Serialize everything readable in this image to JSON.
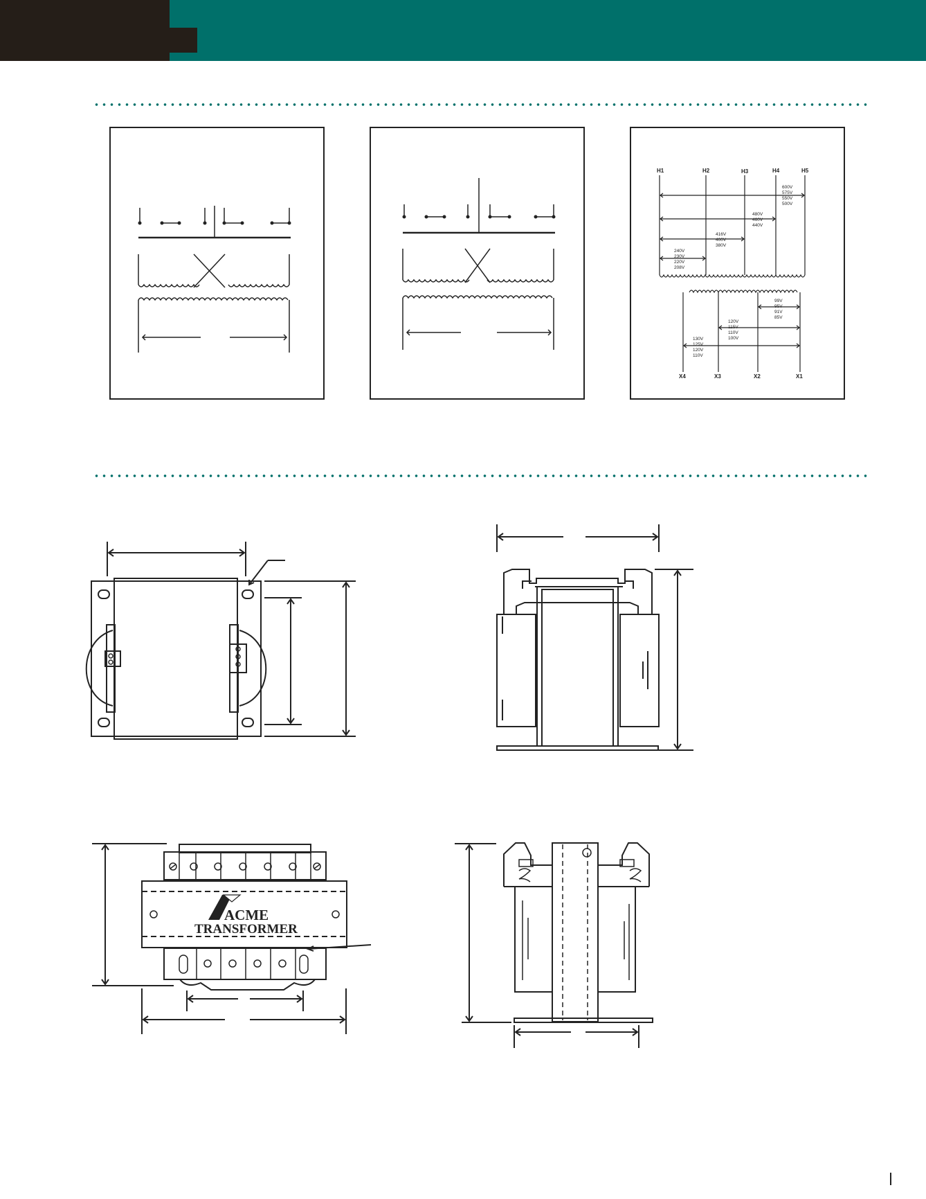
{
  "diagram3": {
    "h_terminals": [
      "H1",
      "H2",
      "H3",
      "H4",
      "H5"
    ],
    "x_terminals": [
      "X4",
      "X3",
      "X2",
      "X1"
    ],
    "h_groups": [
      [
        "600V",
        "575V",
        "550V",
        "500V"
      ],
      [
        "480V",
        "460V",
        "440V"
      ],
      [
        "416V",
        "400V",
        "380V"
      ],
      [
        "240V",
        "230V",
        "220V",
        "208V"
      ]
    ],
    "x_groups": [
      [
        "99V",
        "95V",
        "91V",
        "85V"
      ],
      [
        "120V",
        "115V",
        "110V",
        "100V"
      ],
      [
        "130V",
        "125V",
        "120V",
        "110V"
      ]
    ]
  },
  "logo": {
    "line1": "ACME",
    "line2": "TRANSFORMER"
  },
  "colors": {
    "header_teal": "#00706a",
    "header_dark": "#251e18",
    "ink": "#222222"
  }
}
